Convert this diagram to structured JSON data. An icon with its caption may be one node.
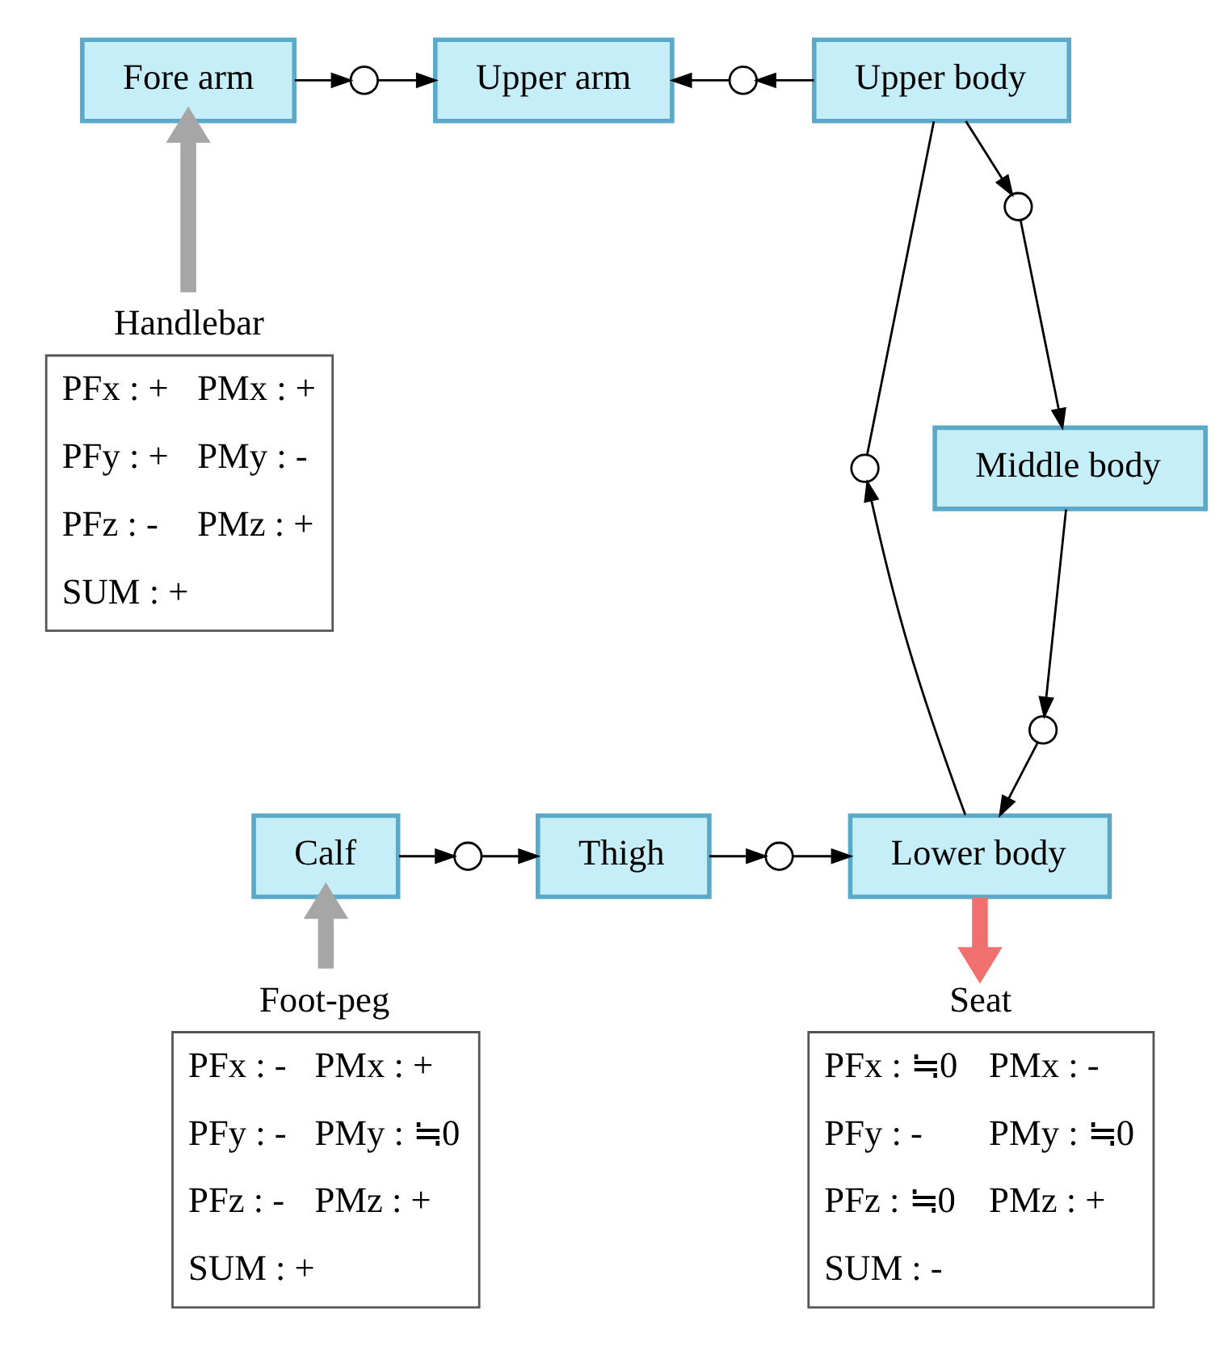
{
  "diagram": {
    "nodes": [
      {
        "text": [
          "Fore arm"
        ]
      },
      {
        "text": [],
        "shape": "circle"
      },
      {
        "text": [
          "Upper arm"
        ]
      },
      {
        "text": [],
        "shape": "circle"
      },
      {
        "text": [
          "Upper body"
        ]
      },
      {
        "text": [],
        "shape": "circle"
      },
      {
        "text": [
          "Middle body"
        ]
      },
      {
        "text": [],
        "shape": "circle"
      },
      {
        "text": [],
        "shape": "circle"
      },
      {
        "text": [
          "Handlebar",
          "PFx : +",
          "PMx : +",
          "PFy : +",
          "PMy : -",
          "PFz : -",
          "PMz : +",
          "SUM : +"
        ]
      },
      {
        "text": [
          "Calf"
        ]
      },
      {
        "text": [],
        "shape": "circle"
      },
      {
        "text": [
          "Thigh"
        ]
      },
      {
        "text": [],
        "shape": "circle"
      },
      {
        "text": [
          "Lower body"
        ]
      },
      {
        "text": [
          "Foot-peg",
          "PFx : -",
          "PMx : +",
          "PFy : -",
          "PMy : ≒0",
          "PFz : -",
          "PMz : +",
          "SUM : +"
        ]
      },
      {
        "text": [
          "Seat",
          "PFx : ≒0",
          "PMx : -",
          "PFy : -",
          "PMy : ≒0",
          "PFz : ≒0",
          "PMz : +",
          "SUM : -"
        ]
      }
    ],
    "edges": [
      {
        "from": 0,
        "to": 1,
        "arrow": "to"
      },
      {
        "from": 1,
        "to": 2,
        "arrow": "to"
      },
      {
        "from": 4,
        "to": 3,
        "arrow": "to"
      },
      {
        "from": 3,
        "to": 2,
        "arrow": "to"
      },
      {
        "from": 4,
        "to": 5,
        "arrow": "to"
      },
      {
        "from": 5,
        "to": 6,
        "arrow": "to"
      },
      {
        "from": 6,
        "to": 7,
        "arrow": "to"
      },
      {
        "from": 7,
        "to": 14,
        "arrow": "to"
      },
      {
        "from": 14,
        "to": 8,
        "arrow": "to"
      },
      {
        "from": 8,
        "to": 4,
        "arrow": "none"
      },
      {
        "from": 10,
        "to": 11,
        "arrow": "to"
      },
      {
        "from": 11,
        "to": 12,
        "arrow": "to"
      },
      {
        "from": 12,
        "to": 13,
        "arrow": "to"
      },
      {
        "from": 13,
        "to": 14,
        "arrow": "to"
      },
      {
        "from": 9,
        "to": 0,
        "arrow": "to",
        "style": "thick",
        "color": "#a6a6a6"
      },
      {
        "from": 15,
        "to": 10,
        "arrow": "to",
        "style": "thick",
        "color": "#a6a6a6"
      },
      {
        "from": 14,
        "to": 16,
        "arrow": "to",
        "style": "thick",
        "color": "#f07070"
      }
    ]
  }
}
